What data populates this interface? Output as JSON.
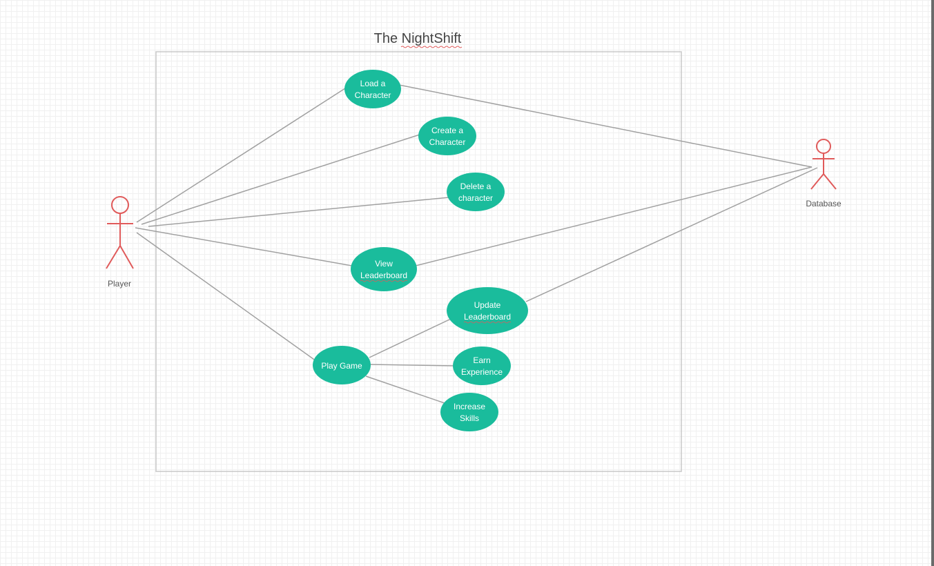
{
  "diagram": {
    "title": "The NightShift",
    "colors": {
      "usecase_fill": "#1abc9c",
      "actor_stroke": "#e05a5a",
      "connector": "#a0a0a0",
      "system_border": "#c8c8c8",
      "spellcheck_underline": "#e05a5a"
    },
    "actors": {
      "player": {
        "name": "Player",
        "icon": "stick-figure"
      },
      "database": {
        "name": "Database",
        "icon": "stick-figure"
      }
    },
    "use_cases": {
      "load_character": {
        "line1": "Load a",
        "line2": "Character"
      },
      "create_character": {
        "line1": "Create a",
        "line2": "Character"
      },
      "delete_character": {
        "line1": "Delete a",
        "line2": "character"
      },
      "view_leaderboard": {
        "line1": "View",
        "line2": "Leaderboard"
      },
      "update_leaderboard": {
        "line1": "Update",
        "line2": "Leaderboard"
      },
      "play_game": {
        "line1": "Play Game"
      },
      "earn_experience": {
        "line1": "Earn",
        "line2": "Experience"
      },
      "increase_skills": {
        "line1": "Increase",
        "line2": "Skills"
      }
    }
  }
}
